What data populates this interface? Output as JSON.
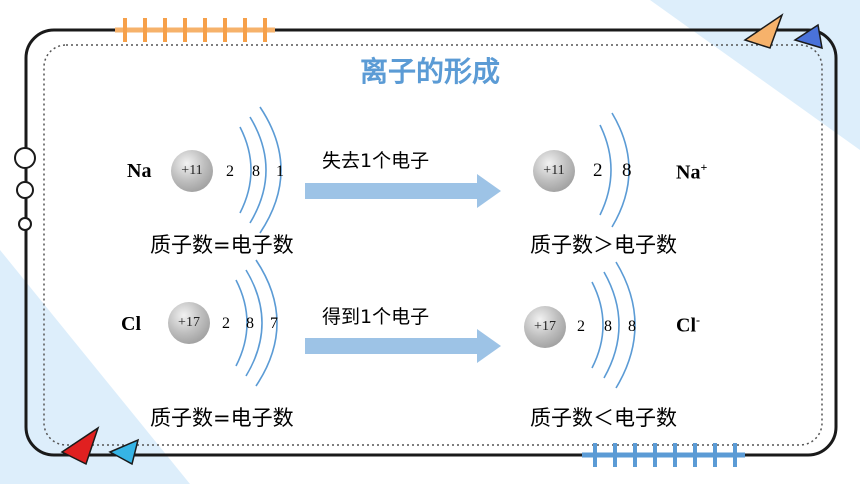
{
  "title": "离子的形成",
  "rows": [
    {
      "left": {
        "symbol": "Na",
        "nucleus": "+11",
        "shells": [
          "2",
          "8",
          "1"
        ]
      },
      "arrow_text": "失去1个电子",
      "right": {
        "symbol": "Na",
        "charge": "+",
        "nucleus": "+11",
        "shells": [
          "2",
          "8"
        ]
      },
      "left_relation": "质子数=电子数",
      "right_relation": "质子数＞电子数"
    },
    {
      "left": {
        "symbol": "Cl",
        "nucleus": "+17",
        "shells": [
          "2",
          "8",
          "7"
        ]
      },
      "arrow_text": "得到1个电子",
      "right": {
        "symbol": "Cl",
        "charge": "-",
        "nucleus": "+17",
        "shells": [
          "2",
          "8",
          "8"
        ]
      },
      "left_relation": "质子数=电子数",
      "right_relation": "质子数＜电子数"
    }
  ],
  "colors": {
    "accent_blue": "#5b9bd5",
    "arrow": "#9dc3e6",
    "frame": "#1a1a1a",
    "corner_bg": "#ddeefb"
  }
}
